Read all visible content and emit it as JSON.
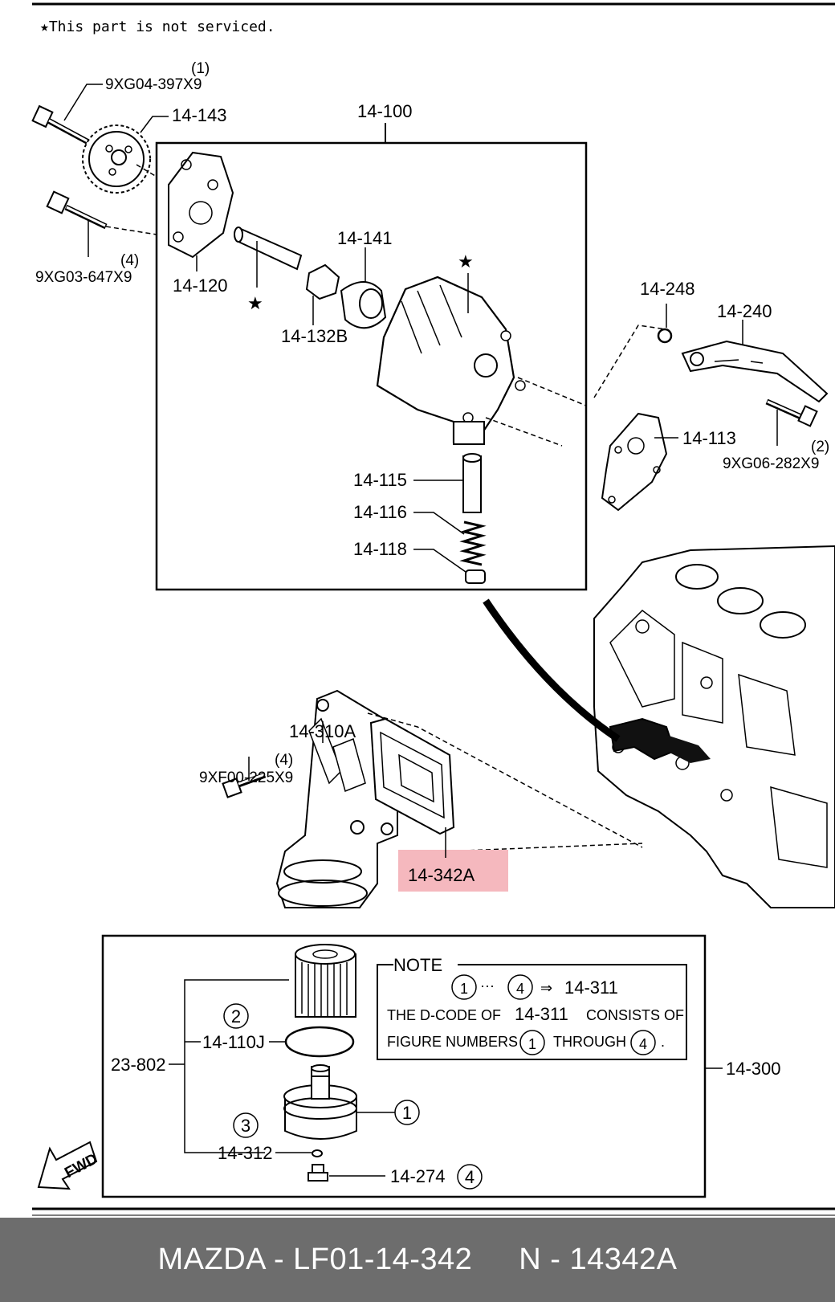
{
  "header_note": "★This part is not serviced.",
  "labels": {
    "bolt1_code": "9XG04-397X9",
    "bolt1_qty": "(1)",
    "sprocket": "14-143",
    "pump_assy": "14-100",
    "bolt2_code": "9XG03-647X9",
    "bolt2_qty": "(4)",
    "cover": "14-120",
    "rotor": "14-141",
    "shaft": "14-132B",
    "star_mark": "★",
    "guide_seal": "14-248",
    "guide": "14-240",
    "gasket": "14-113",
    "bolt3_qty": "(2)",
    "bolt3_code": "9XG06-282X9",
    "plunger": "14-115",
    "spring": "14-116",
    "plug": "14-118",
    "filter_body": "14-310A",
    "bolt4_qty": "(4)",
    "bolt4_code": "9XF00-225X9",
    "highlight_part": "14-342A",
    "element_set": "23-802",
    "oring": "14-110J",
    "filter_cover_oring": "14-312",
    "drain": "14-274",
    "filter_assy": "14-300",
    "fwd": "FWD",
    "circ1": "1",
    "circ2": "2",
    "circ3": "3",
    "circ4": "4"
  },
  "note_box": {
    "title": "NOTE",
    "line1_a": "1",
    "line1_mid": "···",
    "line1_b": "4",
    "line1_arrow": "⇒",
    "line1_code": "14-311",
    "line2": "THE D-CODE OF",
    "line2_code": "14-311",
    "line2_end": "CONSISTS OF",
    "line3": "FIGURE NUMBERS",
    "line3_a": "1",
    "line3_mid": "THROUGH",
    "line3_b": "4",
    "line3_end": "."
  },
  "colors": {
    "highlight": "#f5b8be",
    "footer_bg": "#6d6d6d",
    "footer_text": "#ffffff"
  },
  "footer": {
    "part_number": "MAZDA - LF01-14-342",
    "oem_number": "N - 14342A"
  }
}
